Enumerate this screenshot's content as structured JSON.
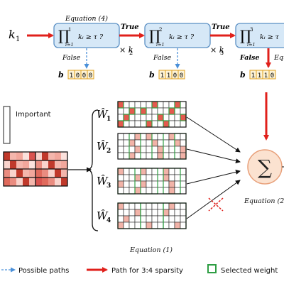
{
  "input_label": "k",
  "input_sub": "1",
  "steps": [
    {
      "caption": "Equation (4)",
      "upper": "1",
      "condition": "kᵢ ≥ τ ?",
      "mask": [
        "1",
        "0",
        "0",
        "0"
      ],
      "branch": "False"
    },
    {
      "caption": "",
      "upper": "2",
      "condition": "kᵢ ≥ τ ?",
      "mask": [
        "1",
        "1",
        "0",
        "0"
      ],
      "branch": "False"
    },
    {
      "caption": "",
      "upper": "3",
      "condition": "kᵢ ≥ τ",
      "mask": [
        "1",
        "1",
        "1",
        "0"
      ],
      "branch": "False",
      "branch_cut": "Equ"
    }
  ],
  "product_lower": "i=1",
  "true_labels": [
    "True",
    "True"
  ],
  "multipliers": [
    {
      "label": "× k",
      "sub": "2"
    },
    {
      "label": "× k",
      "sub": "3"
    }
  ],
  "mask_label": "b",
  "importance_label": "Important",
  "weights": [
    {
      "name": "Ŵ",
      "sub": "1"
    },
    {
      "name": "Ŵ",
      "sub": "2"
    },
    {
      "name": "Ŵ",
      "sub": "3"
    },
    {
      "name": "Ŵ",
      "sub": "4"
    }
  ],
  "equation_1": "Equation (1)",
  "equation_2": "Equation (2",
  "sum_symbol": "∑",
  "legend": {
    "possible_paths": "Possible paths",
    "sparsity_path": "Path for 3:4 sparsity",
    "selected_weight": "Selected weight"
  },
  "colors": {
    "box_fill": "#d6e8f7",
    "box_stroke": "#5a8fc4",
    "red_arrow": "#e0201b",
    "blue_dashed": "#4a90d9",
    "mask_fill": "#fdf3d6",
    "mask_stroke": "#e0a020",
    "green_select": "#2e9e44",
    "sum_fill": "#fbe2d0",
    "sum_stroke": "#e8a07a",
    "cell_red": "#e45a4e",
    "cell_pink": "#f2b3a8"
  }
}
